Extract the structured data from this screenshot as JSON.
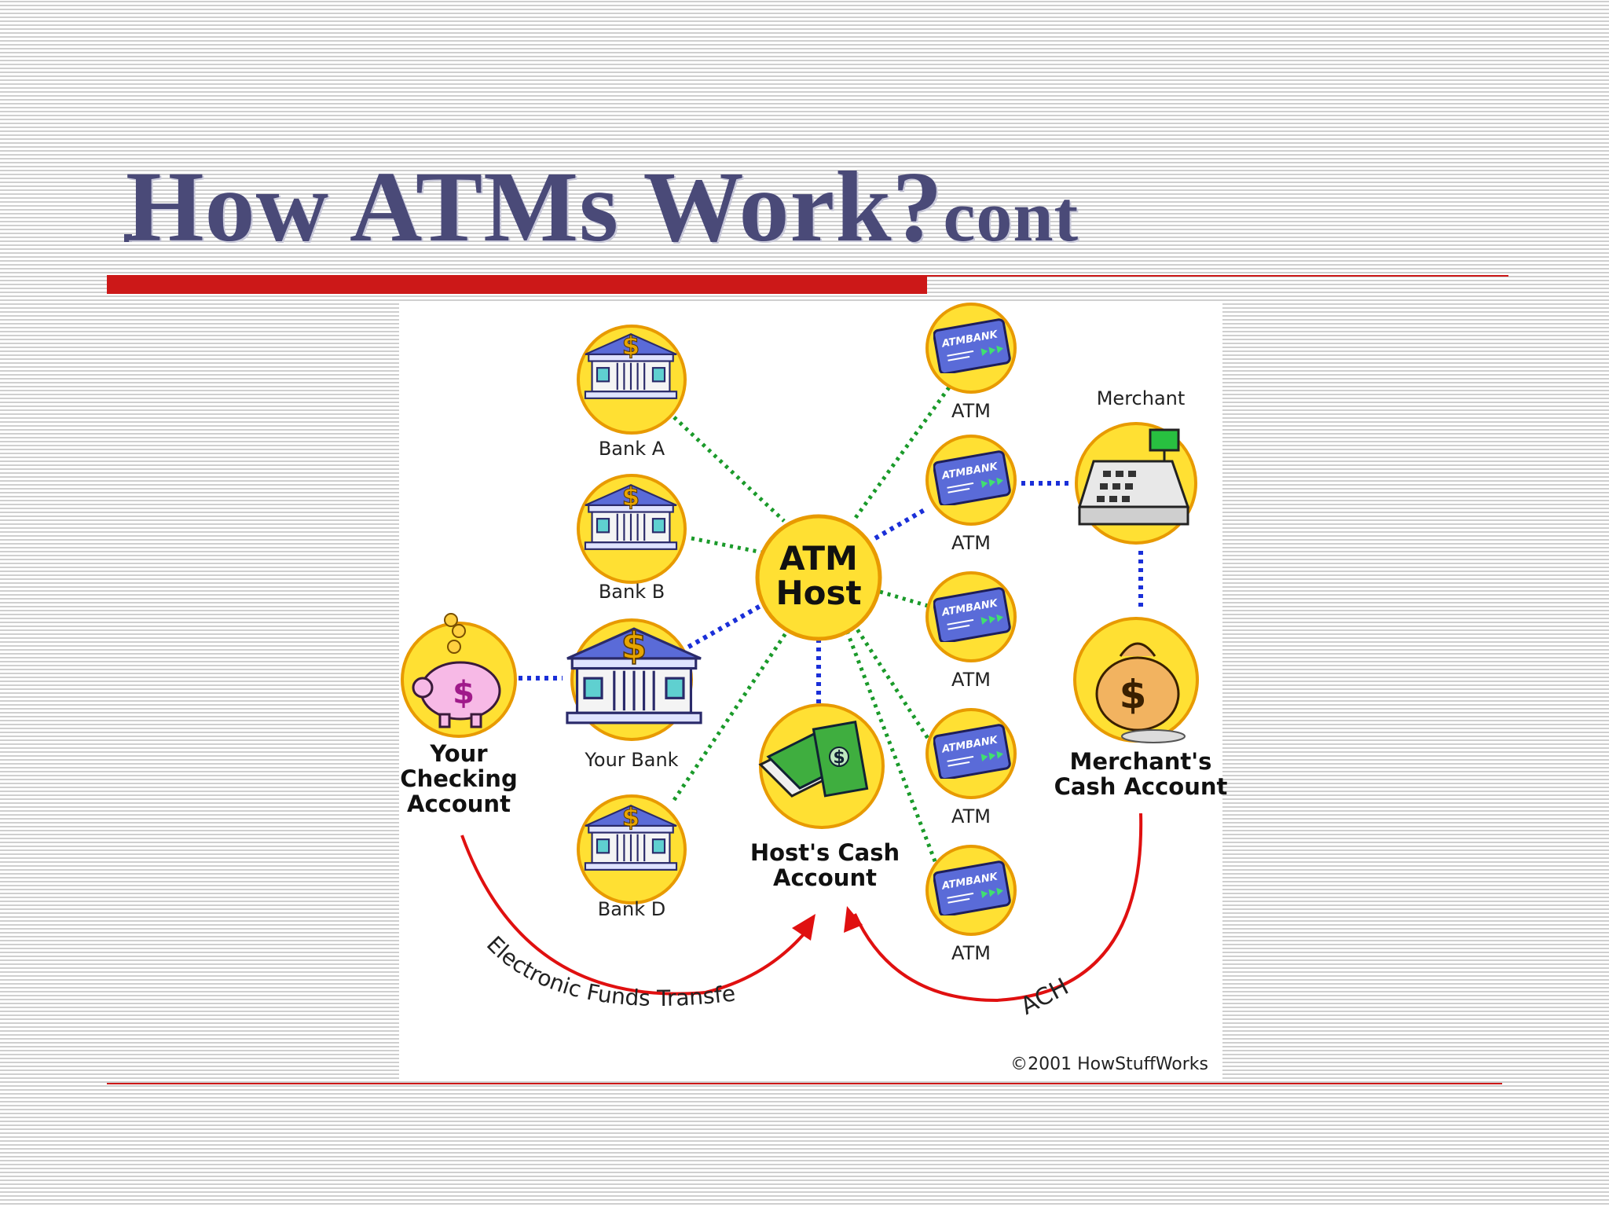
{
  "slide": {
    "title_main": "How ATMs Work?",
    "title_suffix": "cont"
  },
  "diagram": {
    "center": {
      "line1": "ATM",
      "line2": "Host"
    },
    "banks": [
      {
        "label": "Bank A"
      },
      {
        "label": "Bank B"
      },
      {
        "label": "Your Bank"
      },
      {
        "label": "Bank D"
      }
    ],
    "atms": [
      {
        "label": "ATM",
        "card_text": "ATMBANK"
      },
      {
        "label": "ATM",
        "card_text": "ATMBANK"
      },
      {
        "label": "ATM",
        "card_text": "ATMBANK"
      },
      {
        "label": "ATM",
        "card_text": "ATMBANK"
      },
      {
        "label": "ATM",
        "card_text": "ATMBANK"
      }
    ],
    "checking": {
      "line1": "Your",
      "line2": "Checking",
      "line3": "Account"
    },
    "host_cash": {
      "line1": "Host's Cash",
      "line2": "Account"
    },
    "merchant": {
      "label": "Merchant"
    },
    "merchant_cash": {
      "line1": "Merchant's",
      "line2": "Cash Account"
    },
    "eft_label": "Electronic Funds Transfer",
    "ach_label": "ACH",
    "copyright": "©2001 HowStuffWorks",
    "colors": {
      "circle": "#ffe033",
      "circle_stroke": "#e89a00",
      "green_line": "#1a9a2a",
      "blue_line": "#1a2fd8",
      "arrow": "#e01010",
      "bank": "#5a6bd8"
    }
  }
}
